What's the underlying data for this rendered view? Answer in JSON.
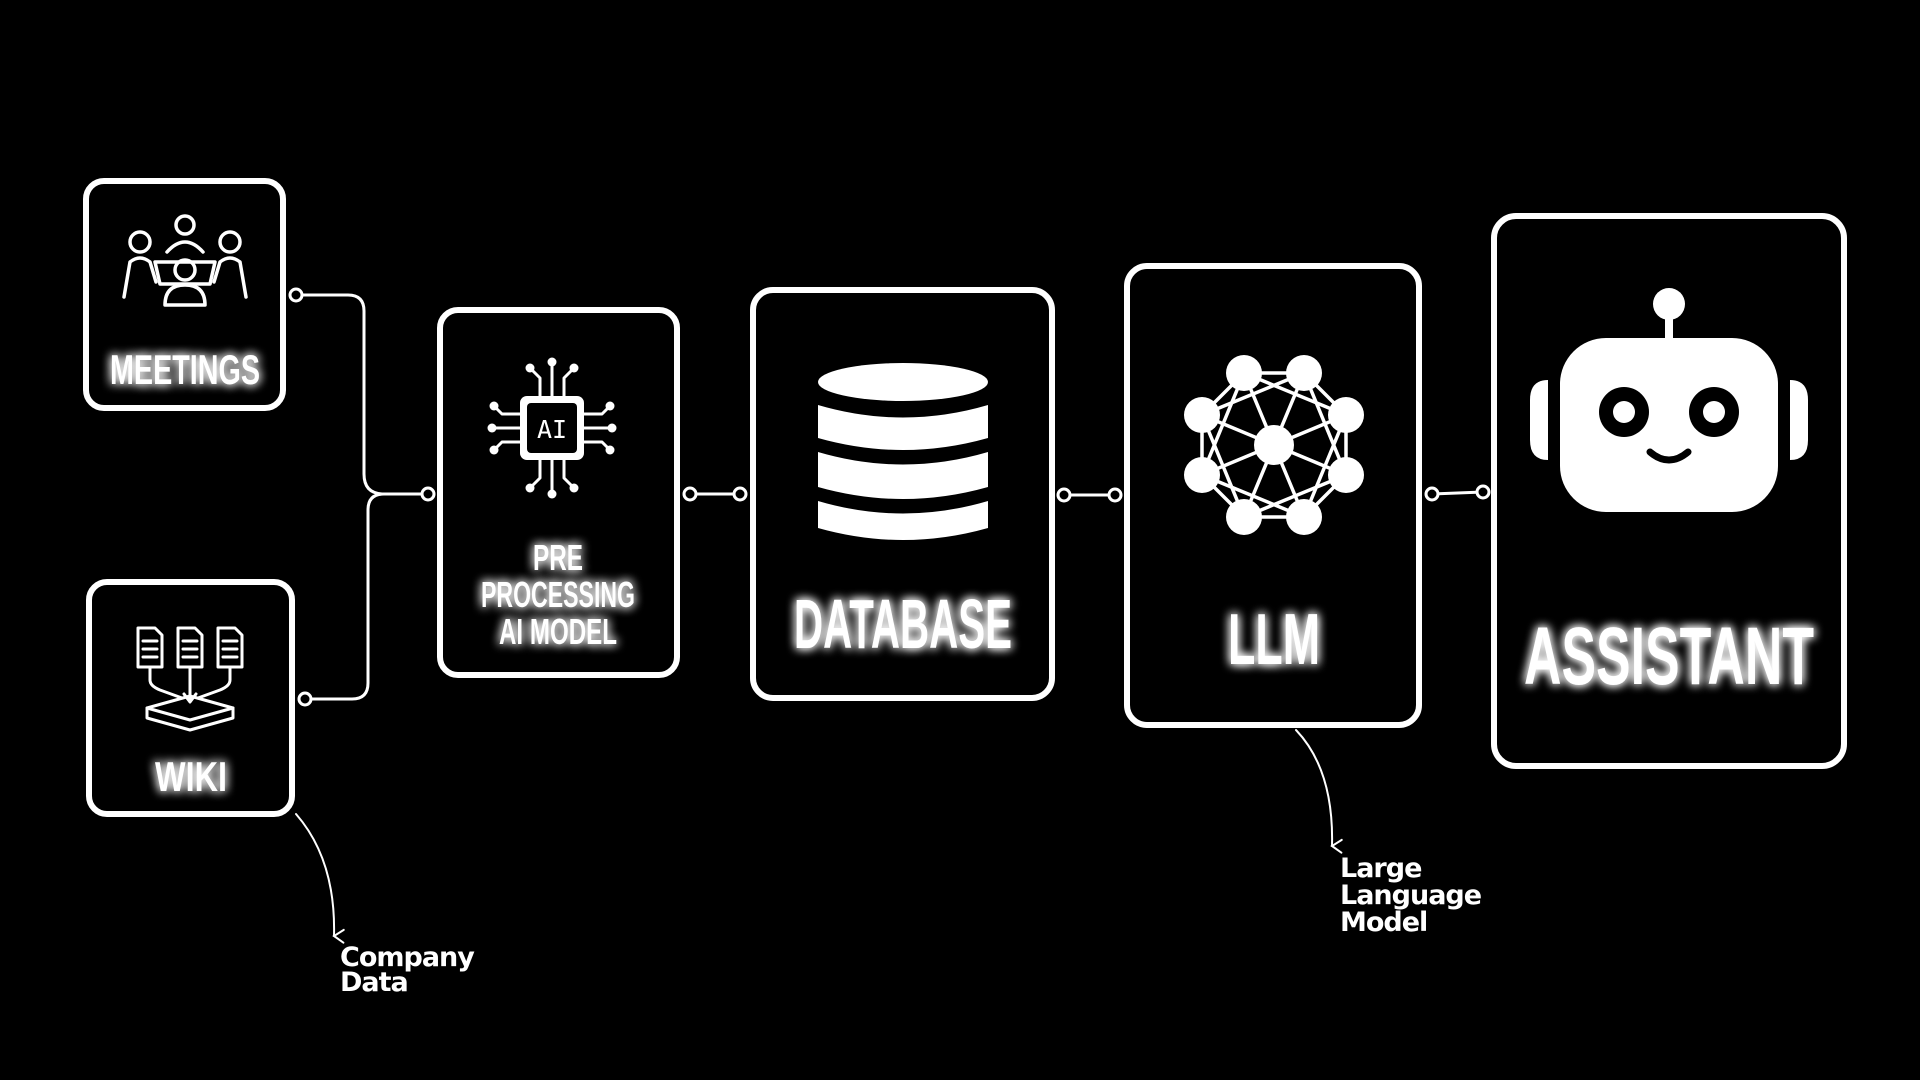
{
  "colors": {
    "background": "#000000",
    "foreground": "#ffffff"
  },
  "nodes": {
    "meetings": {
      "label": "MEETINGS",
      "icon": "meeting-people-icon"
    },
    "wiki": {
      "label": "WIKI",
      "icon": "documents-to-tray-icon"
    },
    "preprocessing": {
      "label_lines": [
        "PRE",
        "PROCESSING",
        "AI MODEL"
      ],
      "icon": "ai-chip-icon",
      "chip_text": "AI"
    },
    "database": {
      "label": "DATABASE",
      "icon": "database-icon"
    },
    "llm": {
      "label": "LLM",
      "icon": "neural-network-icon"
    },
    "assistant": {
      "label": "ASSISTANT",
      "icon": "robot-face-icon"
    }
  },
  "annotations": {
    "company_data": {
      "lines": [
        "Company",
        "Data"
      ]
    },
    "large_language_model": {
      "lines": [
        "Large",
        "Language",
        "Model"
      ]
    }
  }
}
